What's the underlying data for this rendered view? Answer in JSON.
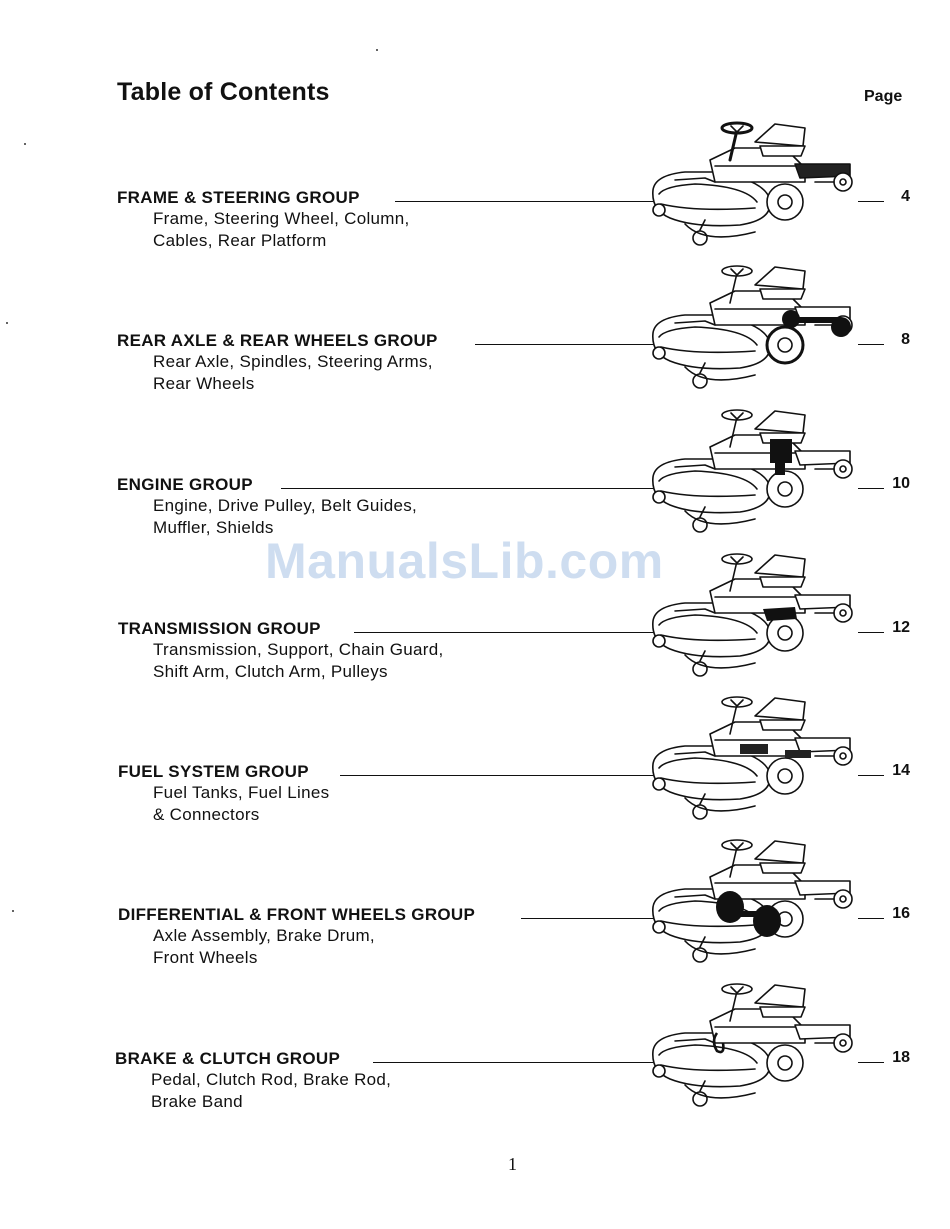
{
  "header": {
    "title": "Table of Contents",
    "page_label": "Page"
  },
  "entries": [
    {
      "title": "FRAME & STEERING GROUP",
      "lines": [
        "Frame, Steering Wheel, Column,",
        "Cables, Rear Platform"
      ],
      "page": "4"
    },
    {
      "title": "REAR AXLE & REAR WHEELS GROUP",
      "lines": [
        "Rear Axle, Spindles, Steering Arms,",
        "Rear Wheels"
      ],
      "page": "8"
    },
    {
      "title": "ENGINE GROUP",
      "lines": [
        "Engine, Drive Pulley, Belt Guides,",
        "Muffler, Shields"
      ],
      "page": "10"
    },
    {
      "title": "TRANSMISSION GROUP",
      "lines": [
        "Transmission, Support, Chain Guard,",
        "Shift Arm, Clutch Arm, Pulleys"
      ],
      "page": "12"
    },
    {
      "title": "FUEL SYSTEM GROUP",
      "lines": [
        "Fuel Tanks, Fuel Lines",
        "& Connectors"
      ],
      "page": "14"
    },
    {
      "title": "DIFFERENTIAL & FRONT WHEELS GROUP",
      "lines": [
        "Axle Assembly, Brake Drum,",
        "Front Wheels"
      ],
      "page": "16"
    },
    {
      "title": "BRAKE & CLUTCH GROUP",
      "lines": [
        "Pedal, Clutch Rod, Brake Rod,",
        "Brake Band"
      ],
      "page": "18"
    }
  ],
  "watermark": "ManualsLib.com",
  "footer": {
    "page_number": "1"
  }
}
